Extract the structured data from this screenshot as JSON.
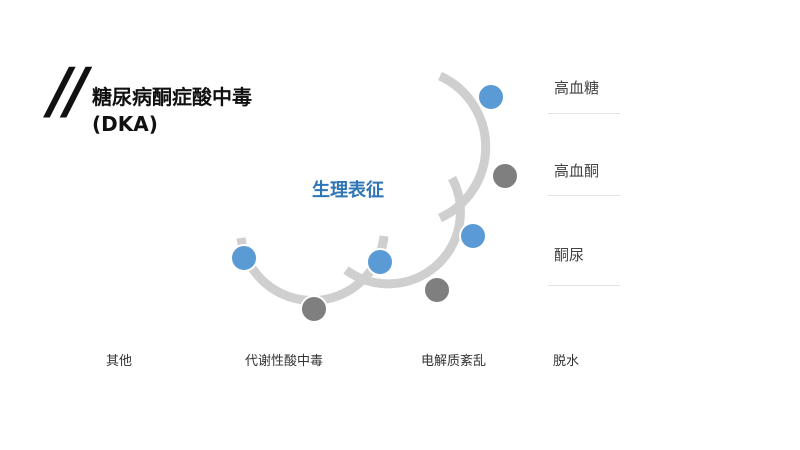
{
  "title": {
    "quote_mark": "”",
    "line1": "糖尿病酮症酸中毒",
    "line2": "(DKA)"
  },
  "center_label": "生理表征",
  "right_labels": [
    "高血糖",
    "高血酮",
    "酮尿"
  ],
  "bottom_labels": [
    "其他",
    "代谢性酸中毒",
    "电解质紊乱",
    "脱水"
  ],
  "colors": {
    "accent_blue": "#5b9bd5",
    "node_gray": "#7f7f7f",
    "arc_gray": "#cfcfcf",
    "center_text": "#2e75b6"
  }
}
